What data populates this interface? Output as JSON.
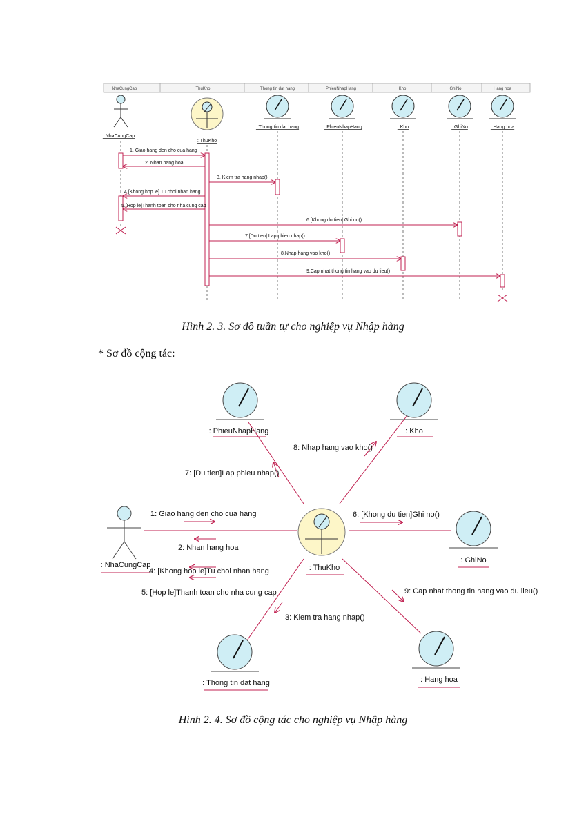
{
  "sequence": {
    "header_cells": [
      "NhaCungCap",
      "ThuKho",
      "Thong tin dat hang",
      "PhieuNhapHang",
      "Kho",
      "GhiNo",
      "Hang hoa"
    ],
    "lifeline_labels": [
      ": NhaCungCap",
      ": ThuKho",
      ": Thong tin dat hang",
      ": PhieuNhapHang",
      ": Kho",
      ": GhiNo",
      ": Hang hoa"
    ],
    "messages": [
      "1. Giao hang den cho cua hang",
      "2. Nhan hang hoa",
      "3. Kiem tra hang nhap()",
      "4.[Khong hop le] Tu choi nhan hang",
      "5.[Hop le]Thanh toan cho nha cung cap",
      "6.[Khong du tien] Ghi no()",
      "7.[Du tien] Lap phieu nhap()",
      "8.Nhap hang vao kho()",
      "9.Cap nhat thong tin hang vao du lieu()"
    ],
    "caption": "Hình 2. 3. Sơ đồ tuần tự cho nghiệp vụ Nhập hàng"
  },
  "intro_text": "* Sơ đồ cộng tác:",
  "collaboration": {
    "objects": [
      ": PhieuNhapHang",
      ": Kho",
      ": NhaCungCap",
      ": ThuKho",
      ": GhiNo",
      ": Thong tin dat hang",
      ": Hang hoa"
    ],
    "messages": [
      "1: Giao hang den cho cua hang",
      "2: Nhan hang hoa",
      "3: Kiem tra hang nhap()",
      "4: [Khong hop le]Tu choi nhan hang",
      "5: [Hop le]Thanh toan cho nha cung cap",
      "6: [Khong du tien]Ghi no()",
      "7: [Du tien]Lap phieu nhap()",
      "8: Nhap hang vao kho()",
      "9: Cap nhat thong tin hang vao du lieu()"
    ],
    "caption": "Hình 2. 4. Sơ đồ cộng tác cho nghiệp vụ Nhập hàng"
  },
  "colors": {
    "line": "#c02050",
    "object_fill": "#cfeef5",
    "control_fill": "#fdf6c8",
    "stroke": "#333333"
  }
}
